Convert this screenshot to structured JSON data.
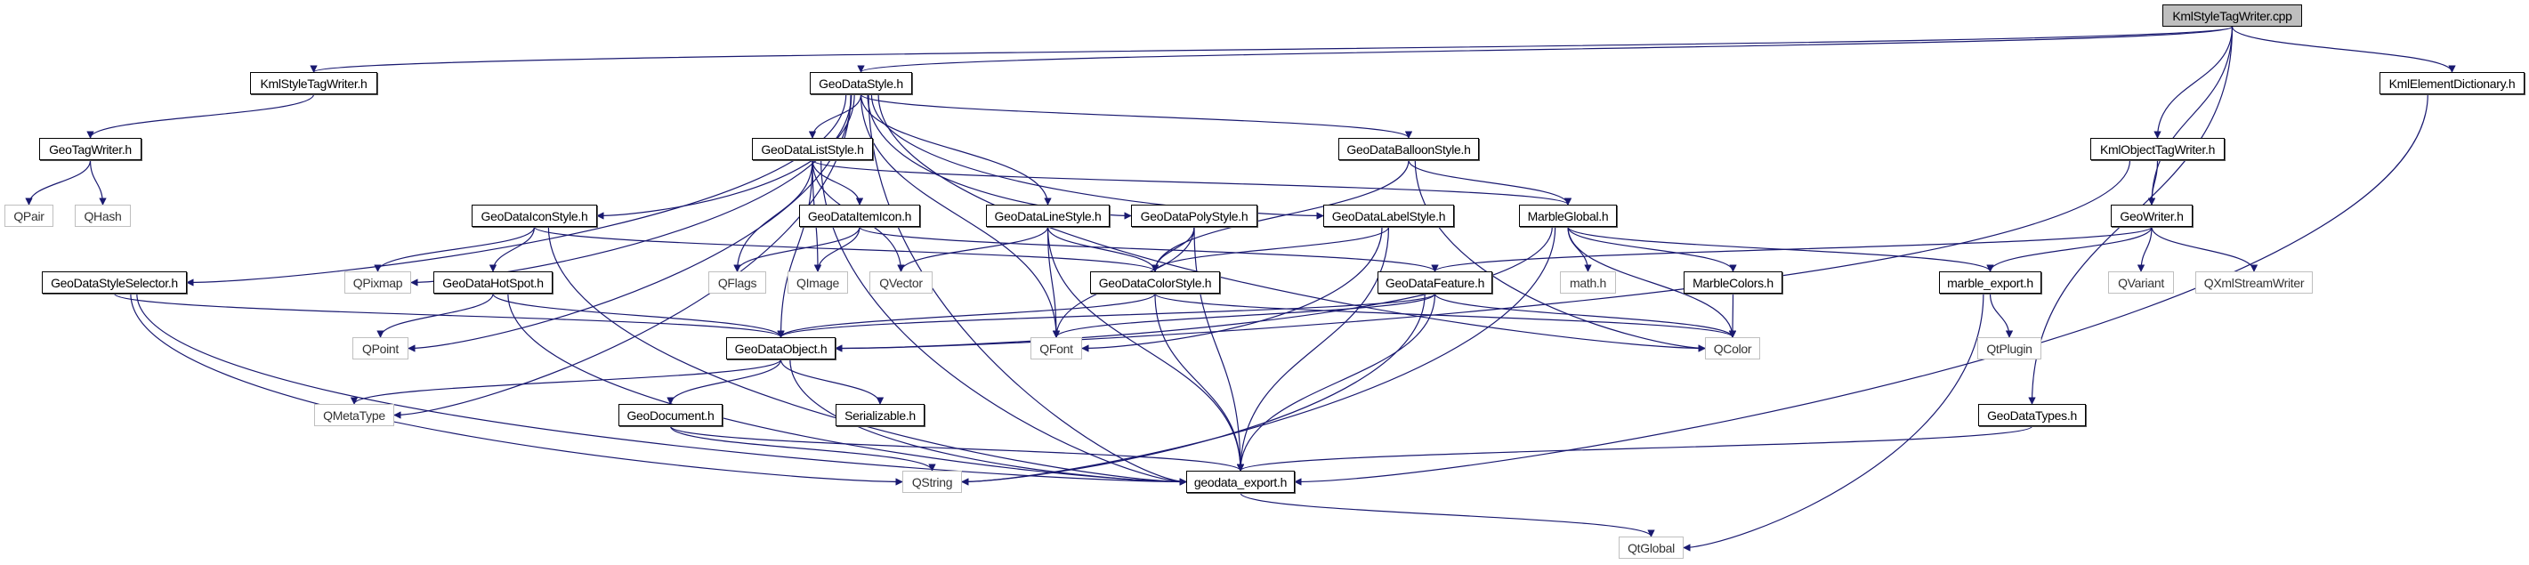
{
  "diagram": {
    "type": "include-dependency-graph",
    "edge_color": "#191970",
    "root_fill": "#bfbfbf",
    "external_border": "#bfbfbf",
    "nodes": [
      {
        "id": "cpp",
        "label": "KmlStyleTagWriter.cpp",
        "kind": "root"
      },
      {
        "id": "kstw",
        "label": "KmlStyleTagWriter.h",
        "kind": "internal"
      },
      {
        "id": "style",
        "label": "GeoDataStyle.h",
        "kind": "internal"
      },
      {
        "id": "ked",
        "label": "KmlElementDictionary.h",
        "kind": "internal"
      },
      {
        "id": "gtw",
        "label": "GeoTagWriter.h",
        "kind": "internal"
      },
      {
        "id": "list",
        "label": "GeoDataListStyle.h",
        "kind": "internal"
      },
      {
        "id": "balloon",
        "label": "GeoDataBalloonStyle.h",
        "kind": "internal"
      },
      {
        "id": "kotw",
        "label": "KmlObjectTagWriter.h",
        "kind": "internal"
      },
      {
        "id": "qpair",
        "label": "QPair",
        "kind": "external"
      },
      {
        "id": "qhash",
        "label": "QHash",
        "kind": "external"
      },
      {
        "id": "icon",
        "label": "GeoDataIconStyle.h",
        "kind": "internal"
      },
      {
        "id": "item",
        "label": "GeoDataItemIcon.h",
        "kind": "internal"
      },
      {
        "id": "line",
        "label": "GeoDataLineStyle.h",
        "kind": "internal"
      },
      {
        "id": "poly",
        "label": "GeoDataPolyStyle.h",
        "kind": "internal"
      },
      {
        "id": "label",
        "label": "GeoDataLabelStyle.h",
        "kind": "internal"
      },
      {
        "id": "mglobal",
        "label": "MarbleGlobal.h",
        "kind": "internal"
      },
      {
        "id": "gwriter",
        "label": "GeoWriter.h",
        "kind": "internal"
      },
      {
        "id": "selector",
        "label": "GeoDataStyleSelector.h",
        "kind": "internal"
      },
      {
        "id": "qpixmap",
        "label": "QPixmap",
        "kind": "external"
      },
      {
        "id": "hotspot",
        "label": "GeoDataHotSpot.h",
        "kind": "internal"
      },
      {
        "id": "qflags",
        "label": "QFlags",
        "kind": "external"
      },
      {
        "id": "qimage",
        "label": "QImage",
        "kind": "external"
      },
      {
        "id": "qvector",
        "label": "QVector",
        "kind": "external"
      },
      {
        "id": "color",
        "label": "GeoDataColorStyle.h",
        "kind": "internal"
      },
      {
        "id": "feature",
        "label": "GeoDataFeature.h",
        "kind": "internal"
      },
      {
        "id": "math",
        "label": "math.h",
        "kind": "external"
      },
      {
        "id": "mcolors",
        "label": "MarbleColors.h",
        "kind": "internal"
      },
      {
        "id": "mexport",
        "label": "marble_export.h",
        "kind": "internal"
      },
      {
        "id": "qvariant",
        "label": "QVariant",
        "kind": "external"
      },
      {
        "id": "qxml",
        "label": "QXmlStreamWriter",
        "kind": "external"
      },
      {
        "id": "qpoint",
        "label": "QPoint",
        "kind": "external"
      },
      {
        "id": "object",
        "label": "GeoDataObject.h",
        "kind": "internal"
      },
      {
        "id": "qfont",
        "label": "QFont",
        "kind": "external"
      },
      {
        "id": "qcolor",
        "label": "QColor",
        "kind": "external"
      },
      {
        "id": "qtplugin",
        "label": "QtPlugin",
        "kind": "external"
      },
      {
        "id": "qmetatype",
        "label": "QMetaType",
        "kind": "external"
      },
      {
        "id": "document",
        "label": "GeoDocument.h",
        "kind": "internal"
      },
      {
        "id": "serial",
        "label": "Serializable.h",
        "kind": "internal"
      },
      {
        "id": "types",
        "label": "GeoDataTypes.h",
        "kind": "internal"
      },
      {
        "id": "qstring",
        "label": "QString",
        "kind": "external"
      },
      {
        "id": "gexport",
        "label": "geodata_export.h",
        "kind": "internal"
      },
      {
        "id": "qtglobal",
        "label": "QtGlobal",
        "kind": "external"
      }
    ],
    "edges": [
      [
        "cpp",
        "kstw"
      ],
      [
        "cpp",
        "style"
      ],
      [
        "cpp",
        "kotw"
      ],
      [
        "cpp",
        "gwriter"
      ],
      [
        "cpp",
        "types"
      ],
      [
        "cpp",
        "ked"
      ],
      [
        "kstw",
        "gtw"
      ],
      [
        "gtw",
        "qpair"
      ],
      [
        "gtw",
        "qhash"
      ],
      [
        "style",
        "selector"
      ],
      [
        "style",
        "qmetatype"
      ],
      [
        "style",
        "qpoint"
      ],
      [
        "style",
        "qpixmap"
      ],
      [
        "style",
        "icon"
      ],
      [
        "style",
        "list"
      ],
      [
        "style",
        "line"
      ],
      [
        "style",
        "poly"
      ],
      [
        "style",
        "label"
      ],
      [
        "style",
        "balloon"
      ],
      [
        "style",
        "qfont"
      ],
      [
        "style",
        "qcolor"
      ],
      [
        "style",
        "gexport"
      ],
      [
        "list",
        "item"
      ],
      [
        "list",
        "qflags"
      ],
      [
        "list",
        "qimage"
      ],
      [
        "list",
        "qvector"
      ],
      [
        "list",
        "object"
      ],
      [
        "list",
        "gexport"
      ],
      [
        "list",
        "mglobal"
      ],
      [
        "item",
        "qflags"
      ],
      [
        "item",
        "qimage"
      ],
      [
        "item",
        "feature"
      ],
      [
        "icon",
        "qpixmap"
      ],
      [
        "icon",
        "hotspot"
      ],
      [
        "icon",
        "color"
      ],
      [
        "icon",
        "gexport"
      ],
      [
        "hotspot",
        "qpoint"
      ],
      [
        "hotspot",
        "object"
      ],
      [
        "hotspot",
        "gexport"
      ],
      [
        "selector",
        "object"
      ],
      [
        "selector",
        "qstring"
      ],
      [
        "selector",
        "gexport"
      ],
      [
        "line",
        "qvector"
      ],
      [
        "line",
        "qfont"
      ],
      [
        "line",
        "color"
      ],
      [
        "line",
        "gexport"
      ],
      [
        "poly",
        "qfont"
      ],
      [
        "poly",
        "color"
      ],
      [
        "poly",
        "gexport"
      ],
      [
        "label",
        "color"
      ],
      [
        "label",
        "qfont"
      ],
      [
        "label",
        "gexport"
      ],
      [
        "balloon",
        "color"
      ],
      [
        "balloon",
        "mglobal"
      ],
      [
        "balloon",
        "qcolor"
      ],
      [
        "mglobal",
        "math"
      ],
      [
        "mglobal",
        "mcolors"
      ],
      [
        "mglobal",
        "qstring"
      ],
      [
        "mglobal",
        "qcolor"
      ],
      [
        "mglobal",
        "mexport"
      ],
      [
        "mglobal",
        "object"
      ],
      [
        "color",
        "object"
      ],
      [
        "color",
        "qcolor"
      ],
      [
        "color",
        "gexport"
      ],
      [
        "feature",
        "object"
      ],
      [
        "feature",
        "qfont"
      ],
      [
        "feature",
        "qcolor"
      ],
      [
        "feature",
        "qstring"
      ],
      [
        "feature",
        "gexport"
      ],
      [
        "object",
        "qmetatype"
      ],
      [
        "object",
        "document"
      ],
      [
        "object",
        "serial"
      ],
      [
        "object",
        "gexport"
      ],
      [
        "document",
        "qstring"
      ],
      [
        "document",
        "gexport"
      ],
      [
        "mcolors",
        "qcolor"
      ],
      [
        "kotw",
        "gwriter"
      ],
      [
        "kotw",
        "object"
      ],
      [
        "gwriter",
        "mexport"
      ],
      [
        "gwriter",
        "qvariant"
      ],
      [
        "gwriter",
        "qxml"
      ],
      [
        "gwriter",
        "feature"
      ],
      [
        "mexport",
        "qtplugin"
      ],
      [
        "mexport",
        "qtglobal"
      ],
      [
        "gexport",
        "qtglobal"
      ],
      [
        "types",
        "gexport"
      ],
      [
        "ked",
        "gexport"
      ]
    ]
  }
}
